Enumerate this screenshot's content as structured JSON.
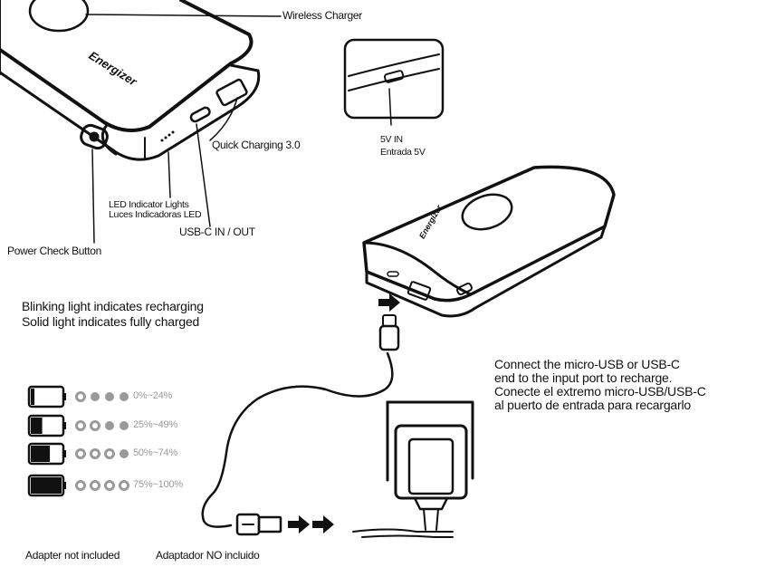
{
  "labels": {
    "wireless_charger": "Wireless Charger",
    "quick_charging": "Quick Charging 3.0",
    "input_en": "5V IN",
    "input_es": "Entrada 5V",
    "led_en": "LED Indicator Lights",
    "led_es": "Luces Indicadoras LED",
    "usbc": "USB-C IN / OUT",
    "power_check": "Power Check Button",
    "brand": "Energizer"
  },
  "status_notes": [
    "Blinking light indicates recharging",
    "Solid light indicates fully charged"
  ],
  "battery_levels": [
    {
      "range": "0%~24%",
      "fill": 0.12
    },
    {
      "range": "25%~49%",
      "fill": 0.37
    },
    {
      "range": "50%~74%",
      "fill": 0.62
    },
    {
      "range": "75%~100%",
      "fill": 1.0
    }
  ],
  "instructions": [
    "Connect the micro-USB or USB-C",
    "end to the input port to recharge.",
    "Conecte el extremo micro-USB/USB-C",
    "al puerto de entrada para recargarlo"
  ],
  "footer": {
    "adapter_en": "Adapter not included",
    "adapter_es": "Adaptador NO incluido"
  },
  "colors": {
    "ink": "#111111",
    "grey": "#9a9a9a",
    "light_grey": "#d9d9d9"
  }
}
